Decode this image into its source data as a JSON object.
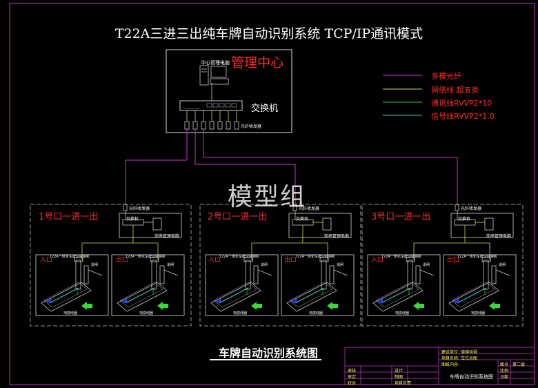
{
  "title": "T22A三进三出纯车牌自动识别系统 TCP/IP通讯模式",
  "center": {
    "computer_label": "中心管理电脑",
    "name": "管理中心",
    "switch_label": "交换机",
    "fiber_label": "光纤收发器"
  },
  "legend": [
    {
      "label": "多模光纤",
      "color": "#cc33cc"
    },
    {
      "label": "网络线 超五类",
      "color": "#d8d84a"
    },
    {
      "label": "通讯线RVVP2*10",
      "color": "#22cc22"
    },
    {
      "label": "信号线RVVP2*1.0",
      "color": "#33cccc"
    }
  ],
  "watermark": "模型组",
  "gates": [
    {
      "label": "1号口一进一出",
      "fiber": "光纤收发器",
      "switch": "交换机",
      "pc": "岗亭管理电脑",
      "entry": "入口",
      "exit": "出口"
    },
    {
      "label": "2号口一进一出",
      "fiber": "光纤收发器",
      "switch": "交换机",
      "pc": "岗亭管理电脑",
      "entry": "入口",
      "exit": "出口"
    },
    {
      "label": "3号口一进一出",
      "fiber": "光纤收发器",
      "switch": "交换机",
      "pc": "岗亭管理电脑",
      "entry": "入口",
      "exit": "出口"
    }
  ],
  "lane": {
    "camera_label": "T22A一体化车牌识别相机",
    "loop_label": "地感线圈",
    "barrier_label": "道闸"
  },
  "bottom_title": "车牌自动识别系统图",
  "title_block": {
    "r1": "建设单位:",
    "r1v": "德德祥规",
    "r2": "项目名称:",
    "r2v": "车位总图",
    "r3": "图纸内容:",
    "drawing_name": "车牌自动识别系统图",
    "left_rows": [
      "审核",
      "审定",
      "校对"
    ],
    "mid_rows": [
      "设计",
      "制图",
      "项目负责"
    ],
    "right_rows": [
      "图号",
      "比例",
      "日期"
    ],
    "stamp": "第二版"
  }
}
